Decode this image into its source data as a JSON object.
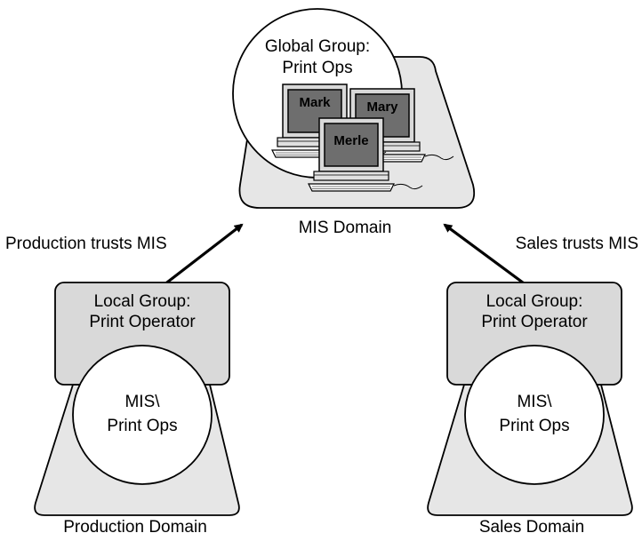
{
  "mis_domain": {
    "label": "MIS Domain",
    "global_group": {
      "line1": "Global Group:",
      "line2": "Print Ops"
    },
    "computers": [
      "Mark",
      "Mary",
      "Merle"
    ]
  },
  "production_domain": {
    "label": "Production Domain",
    "trust_label": "Production trusts MIS",
    "local_group": {
      "line1": "Local Group:",
      "line2": "Print Operator"
    },
    "member": {
      "line1": "MIS\\",
      "line2": "Print Ops"
    }
  },
  "sales_domain": {
    "label": "Sales Domain",
    "trust_label": "Sales trusts MIS",
    "local_group": {
      "line1": "Local Group:",
      "line2": "Print Operator"
    },
    "member": {
      "line1": "MIS\\",
      "line2": "Print Ops"
    }
  },
  "colors": {
    "fill": "#e6e6e6",
    "stroke": "#000000",
    "screen": "#6e6e6e"
  }
}
